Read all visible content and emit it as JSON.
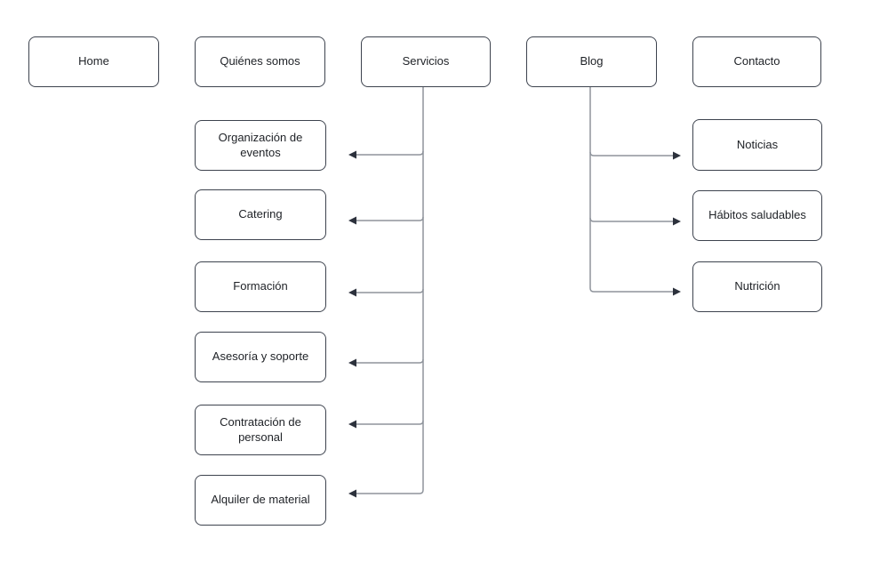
{
  "colors": {
    "background": "#ffffff",
    "box_border": "#3d434e",
    "box_fill": "#ffffff",
    "text": "#1e2126",
    "connector_line": "#8f949c",
    "arrowhead": "#2c313c"
  },
  "sitemap": {
    "top_level": [
      {
        "id": "home",
        "label": "Home"
      },
      {
        "id": "quienes-somos",
        "label": "Quiénes somos"
      },
      {
        "id": "servicios",
        "label": "Servicios"
      },
      {
        "id": "blog",
        "label": "Blog"
      },
      {
        "id": "contacto",
        "label": "Contacto"
      }
    ],
    "servicios_children": [
      {
        "label": "Organización de eventos"
      },
      {
        "label": "Catering"
      },
      {
        "label": "Formación"
      },
      {
        "label": "Asesoría y soporte"
      },
      {
        "label": "Contratación de personal"
      },
      {
        "label": "Alquiler de material"
      }
    ],
    "blog_children": [
      {
        "label": "Noticias"
      },
      {
        "label": "Hábitos saludables"
      },
      {
        "label": "Nutrición"
      }
    ]
  }
}
